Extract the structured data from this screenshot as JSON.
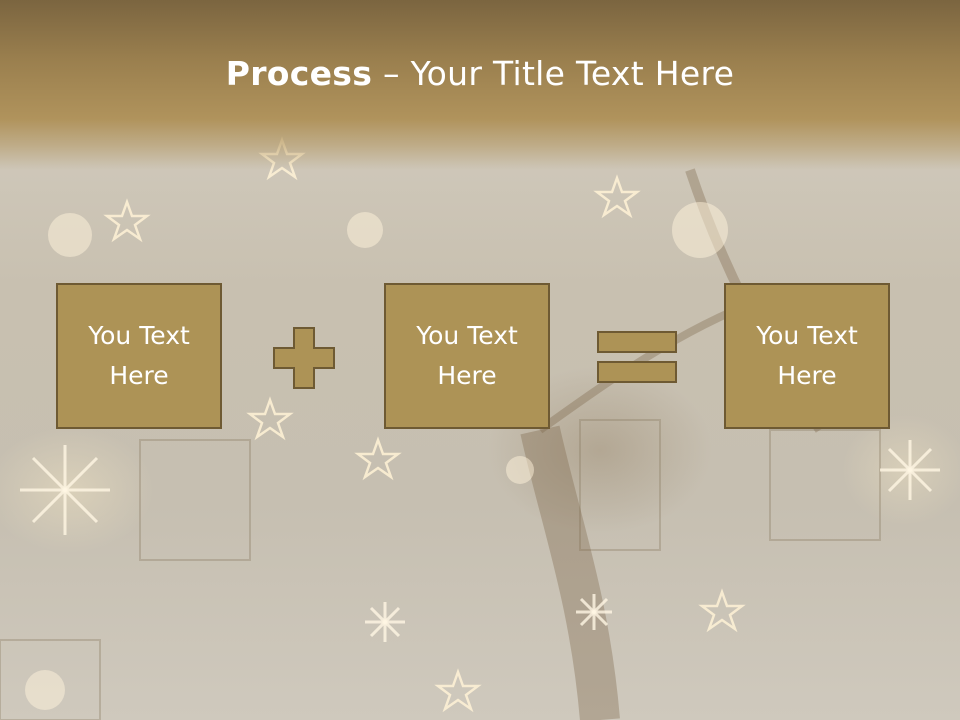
{
  "slide": {
    "title_bold": "Process",
    "title_separator": " – ",
    "title_rest": "Your Title Text Here"
  },
  "boxes": [
    {
      "text": "You Text\nHere"
    },
    {
      "text": "You Text\nHere"
    },
    {
      "text": "You Text\nHere"
    }
  ],
  "operators": {
    "first": "plus-icon",
    "second": "equals-icon"
  },
  "colors": {
    "header": "#9a7f4e",
    "box_fill": "#ad9356",
    "box_border": "#6e5a33",
    "title_text": "#ffffff"
  }
}
